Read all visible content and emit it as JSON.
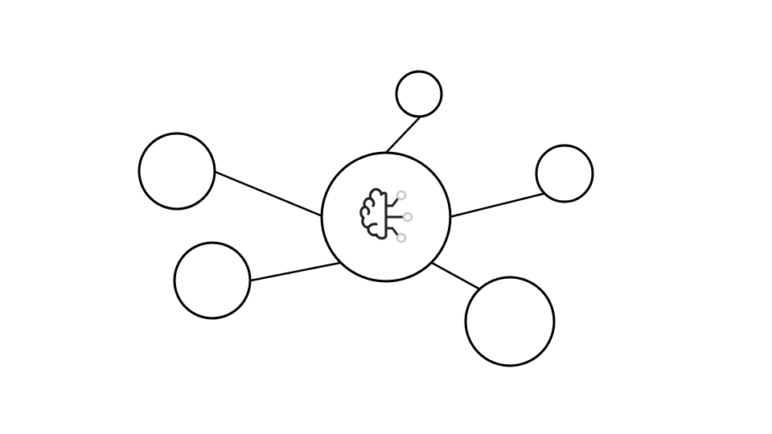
{
  "diagram": {
    "hub_icon": "brain-circuit-icon",
    "colors": {
      "stroke": "#000000",
      "fill": "#ffffff",
      "icon_stroke": "#222222",
      "icon_circuit_dot": "#c8c8c8"
    },
    "satellites": [
      {
        "id": "top",
        "label": ""
      },
      {
        "id": "upper-right",
        "label": ""
      },
      {
        "id": "lower-right",
        "label": ""
      },
      {
        "id": "upper-left",
        "label": ""
      },
      {
        "id": "lower-left",
        "label": ""
      }
    ]
  }
}
